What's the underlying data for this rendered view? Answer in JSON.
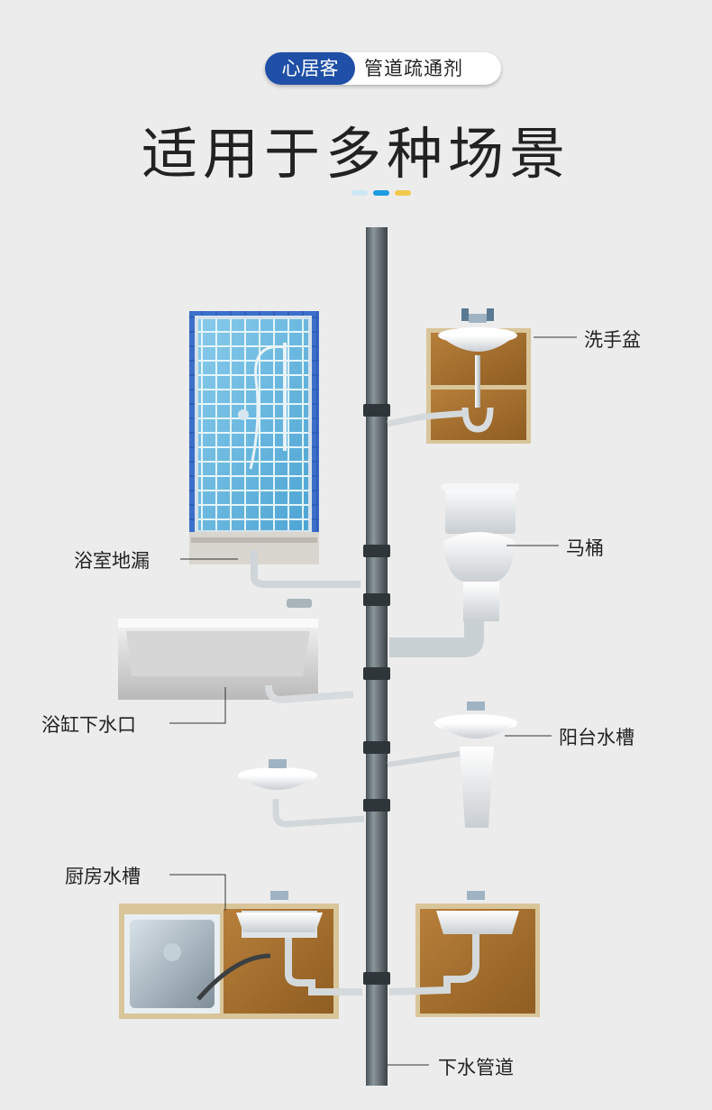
{
  "brand": {
    "name": "心居客",
    "product": "管道疏通剂"
  },
  "title": "适用于多种场景",
  "accent_colors": {
    "brand_blue": "#1f4fa6",
    "dot_light": "#cce8f6",
    "dot_mid": "#1d9be0",
    "dot_gold": "#f2c94c"
  },
  "scenarios": {
    "wash_basin": "洗手盆",
    "toilet": "马桶",
    "shower_drain": "浴室地漏",
    "bathtub_drain": "浴缸下水口",
    "balcony_sink": "阳台水槽",
    "kitchen_sink": "厨房水槽",
    "drain_pipe": "下水管道"
  }
}
